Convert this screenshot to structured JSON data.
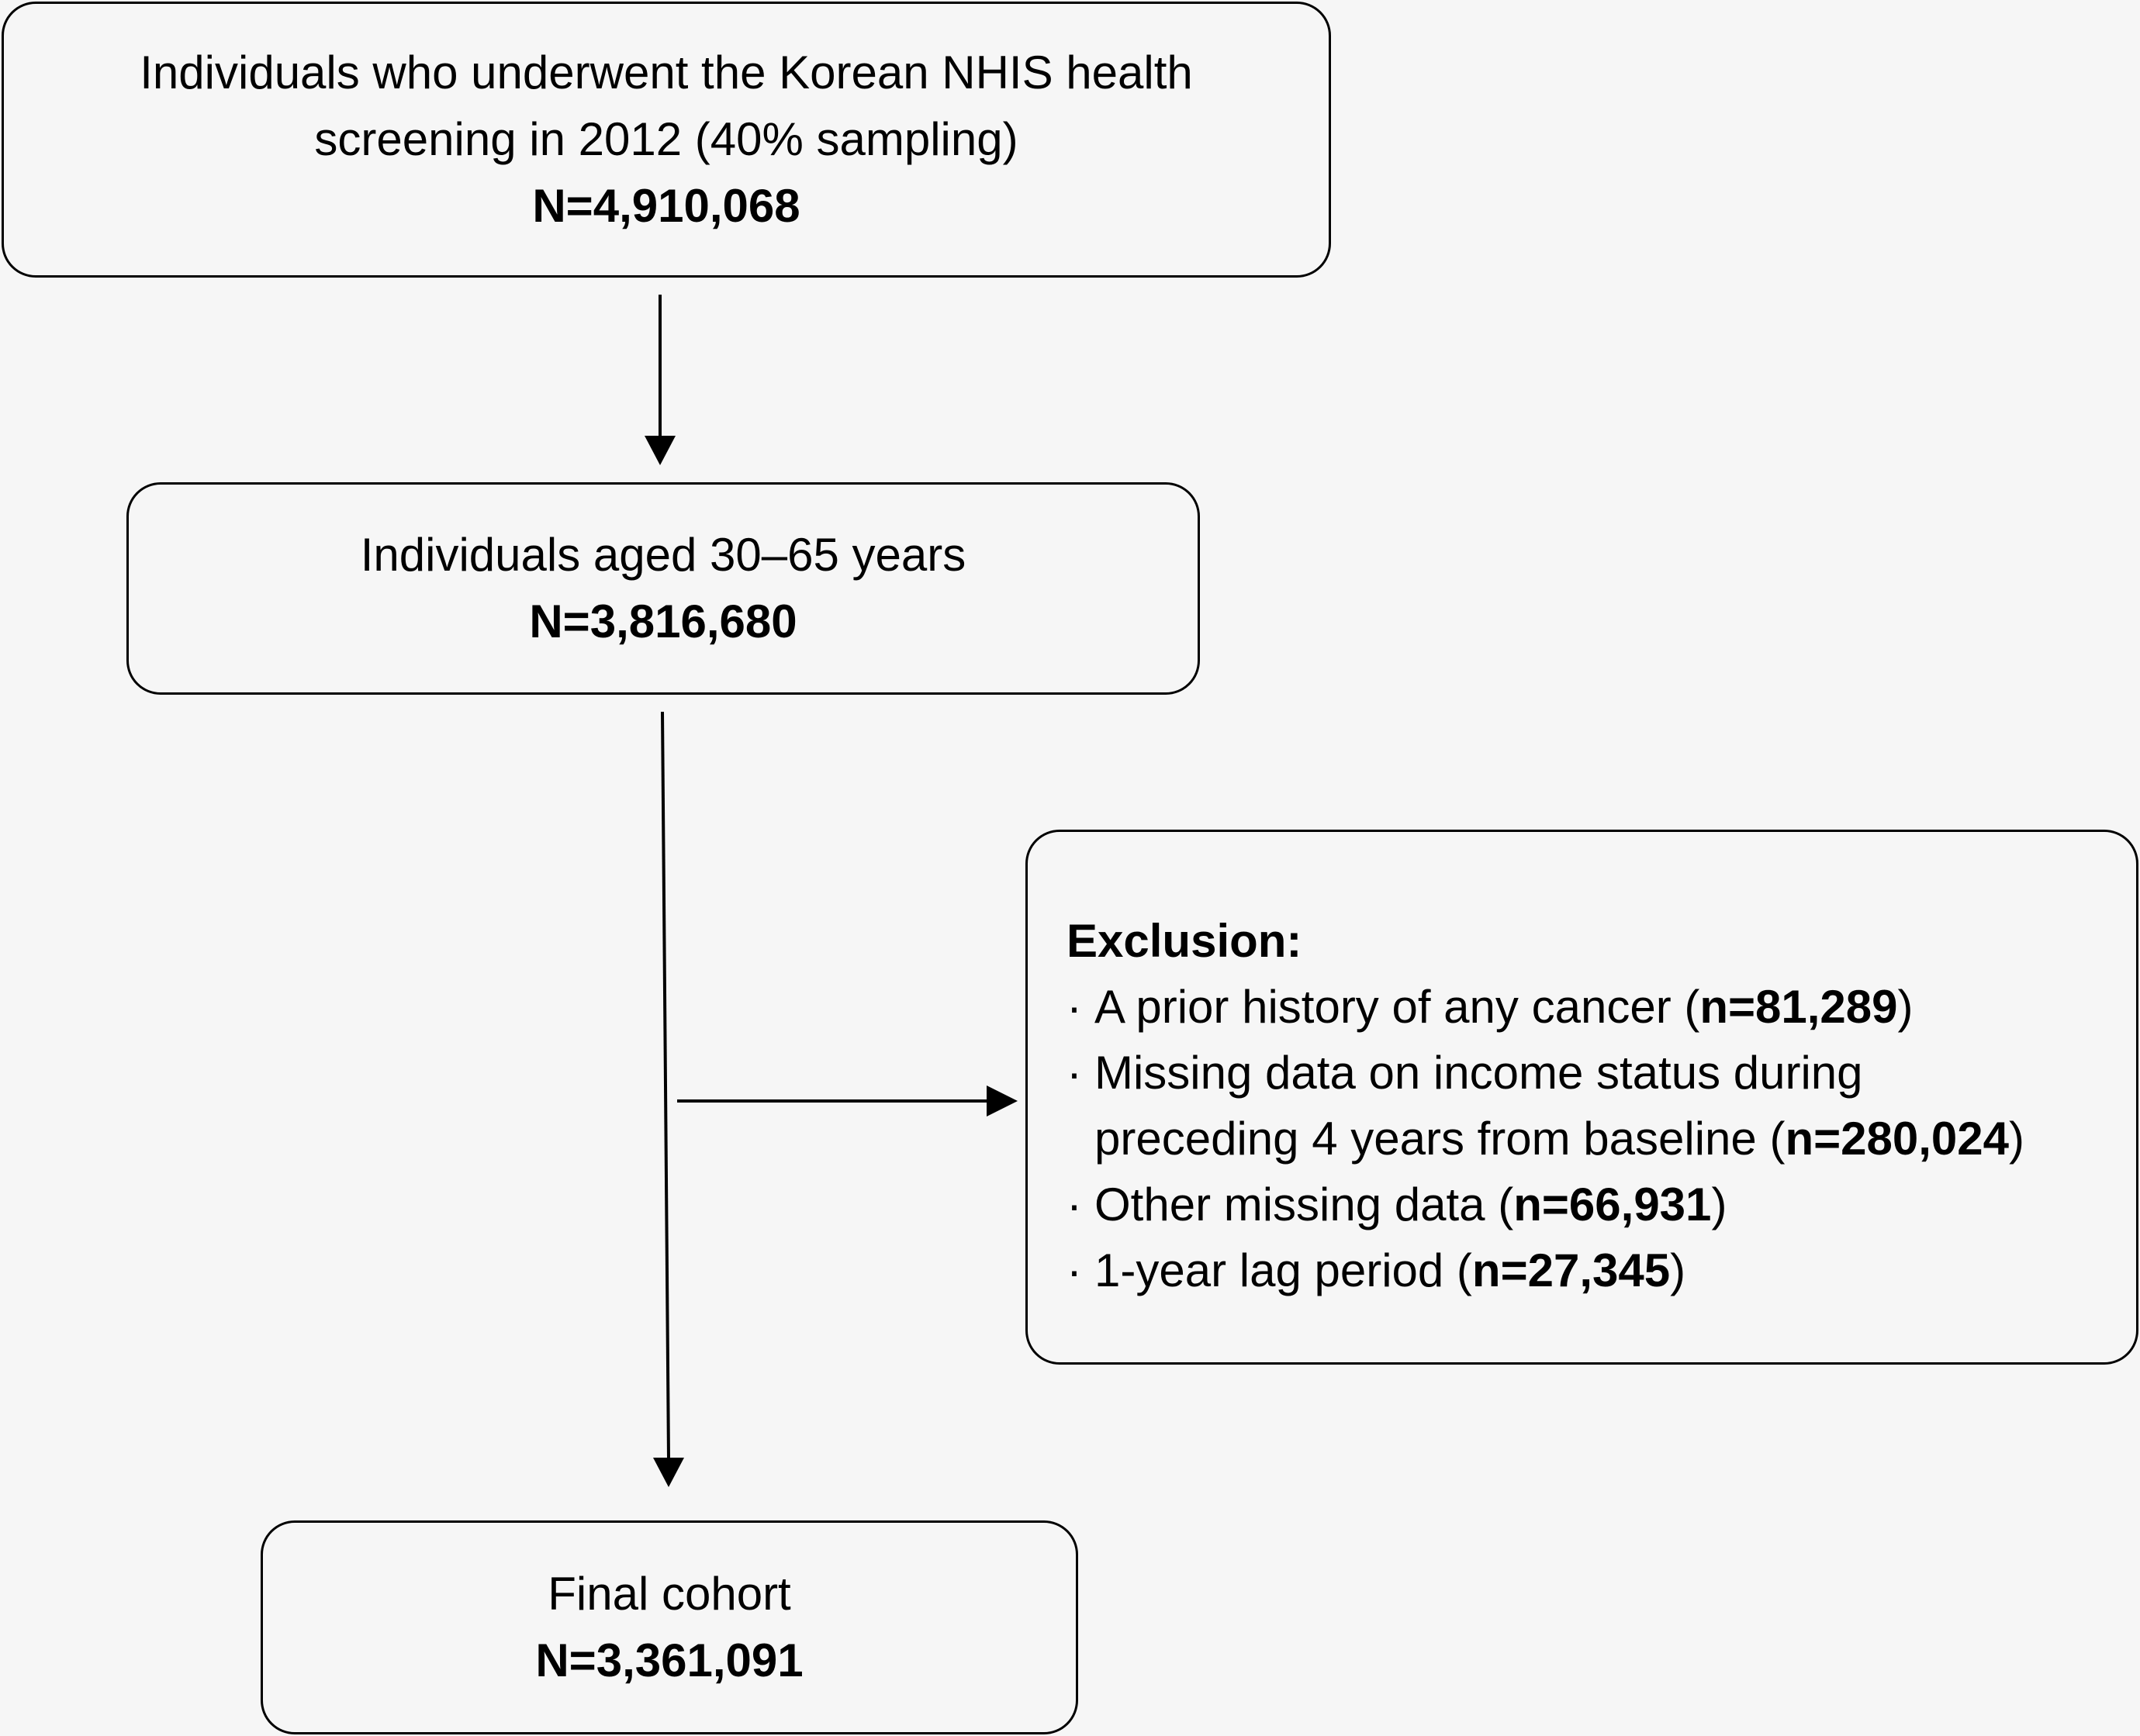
{
  "screening": {
    "line1": "Individuals who underwent the Korean NHIS health",
    "line2": "screening in 2012 (40% sampling)",
    "count": "N=4,910,068"
  },
  "aged": {
    "label": "Individuals aged 30–65 years",
    "count": "N=3,816,680"
  },
  "exclusion": {
    "title": "Exclusion:",
    "bullet": "·",
    "items": [
      {
        "text": "A prior history of any cancer (",
        "count": "n=81,289",
        "close": ")"
      },
      {
        "text": "Missing data on income status during",
        "cont": "preceding 4 years from baseline (",
        "count": "n=280,024",
        "close": ")"
      },
      {
        "text": "Other missing data (",
        "count": "n=66,931",
        "close": ")"
      },
      {
        "text": "1-year lag period (",
        "count": "n=27,345",
        "close": ")"
      }
    ]
  },
  "final": {
    "label": "Final cohort",
    "count": "N=3,361,091"
  }
}
